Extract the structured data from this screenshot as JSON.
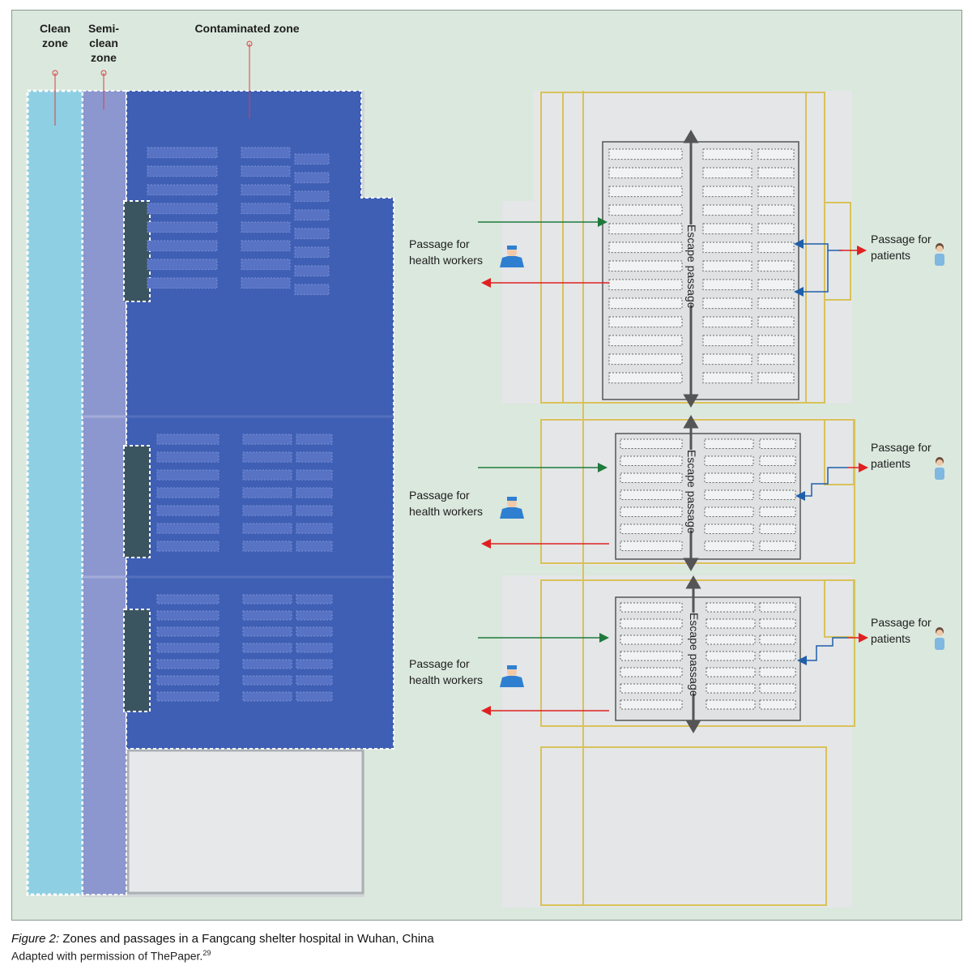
{
  "zone_labels": {
    "clean": [
      "Clean",
      "zone"
    ],
    "semi_clean": [
      "Semi-",
      "clean",
      "zone"
    ],
    "contaminated": "Contaminated zone"
  },
  "passages": {
    "health_workers": [
      "Passage for",
      "health workers"
    ],
    "patients": [
      "Passage for",
      "patients"
    ],
    "escape": "Escape passage"
  },
  "caption": {
    "figure_label": "Figure 2:",
    "title": "Zones and passages in a Fangcang shelter hospital in Wuhan, China",
    "credit": "Adapted with permission of ThePaper.",
    "ref": "29"
  },
  "colors": {
    "background": "#dbe8dd",
    "clean_zone": "#8ecfe3",
    "semi_clean_zone": "#8c97cf",
    "contaminated_zone": "#3f5fb4",
    "health_worker_arrow_in": "#1e7a3c",
    "exit_arrow": "#e02020",
    "patient_arrow": "#1f5faa",
    "wall_outline": "#d9c25a"
  },
  "icons": [
    "health-worker-icon",
    "patient-icon",
    "arrow-icon",
    "escape-arrow-icon"
  ]
}
